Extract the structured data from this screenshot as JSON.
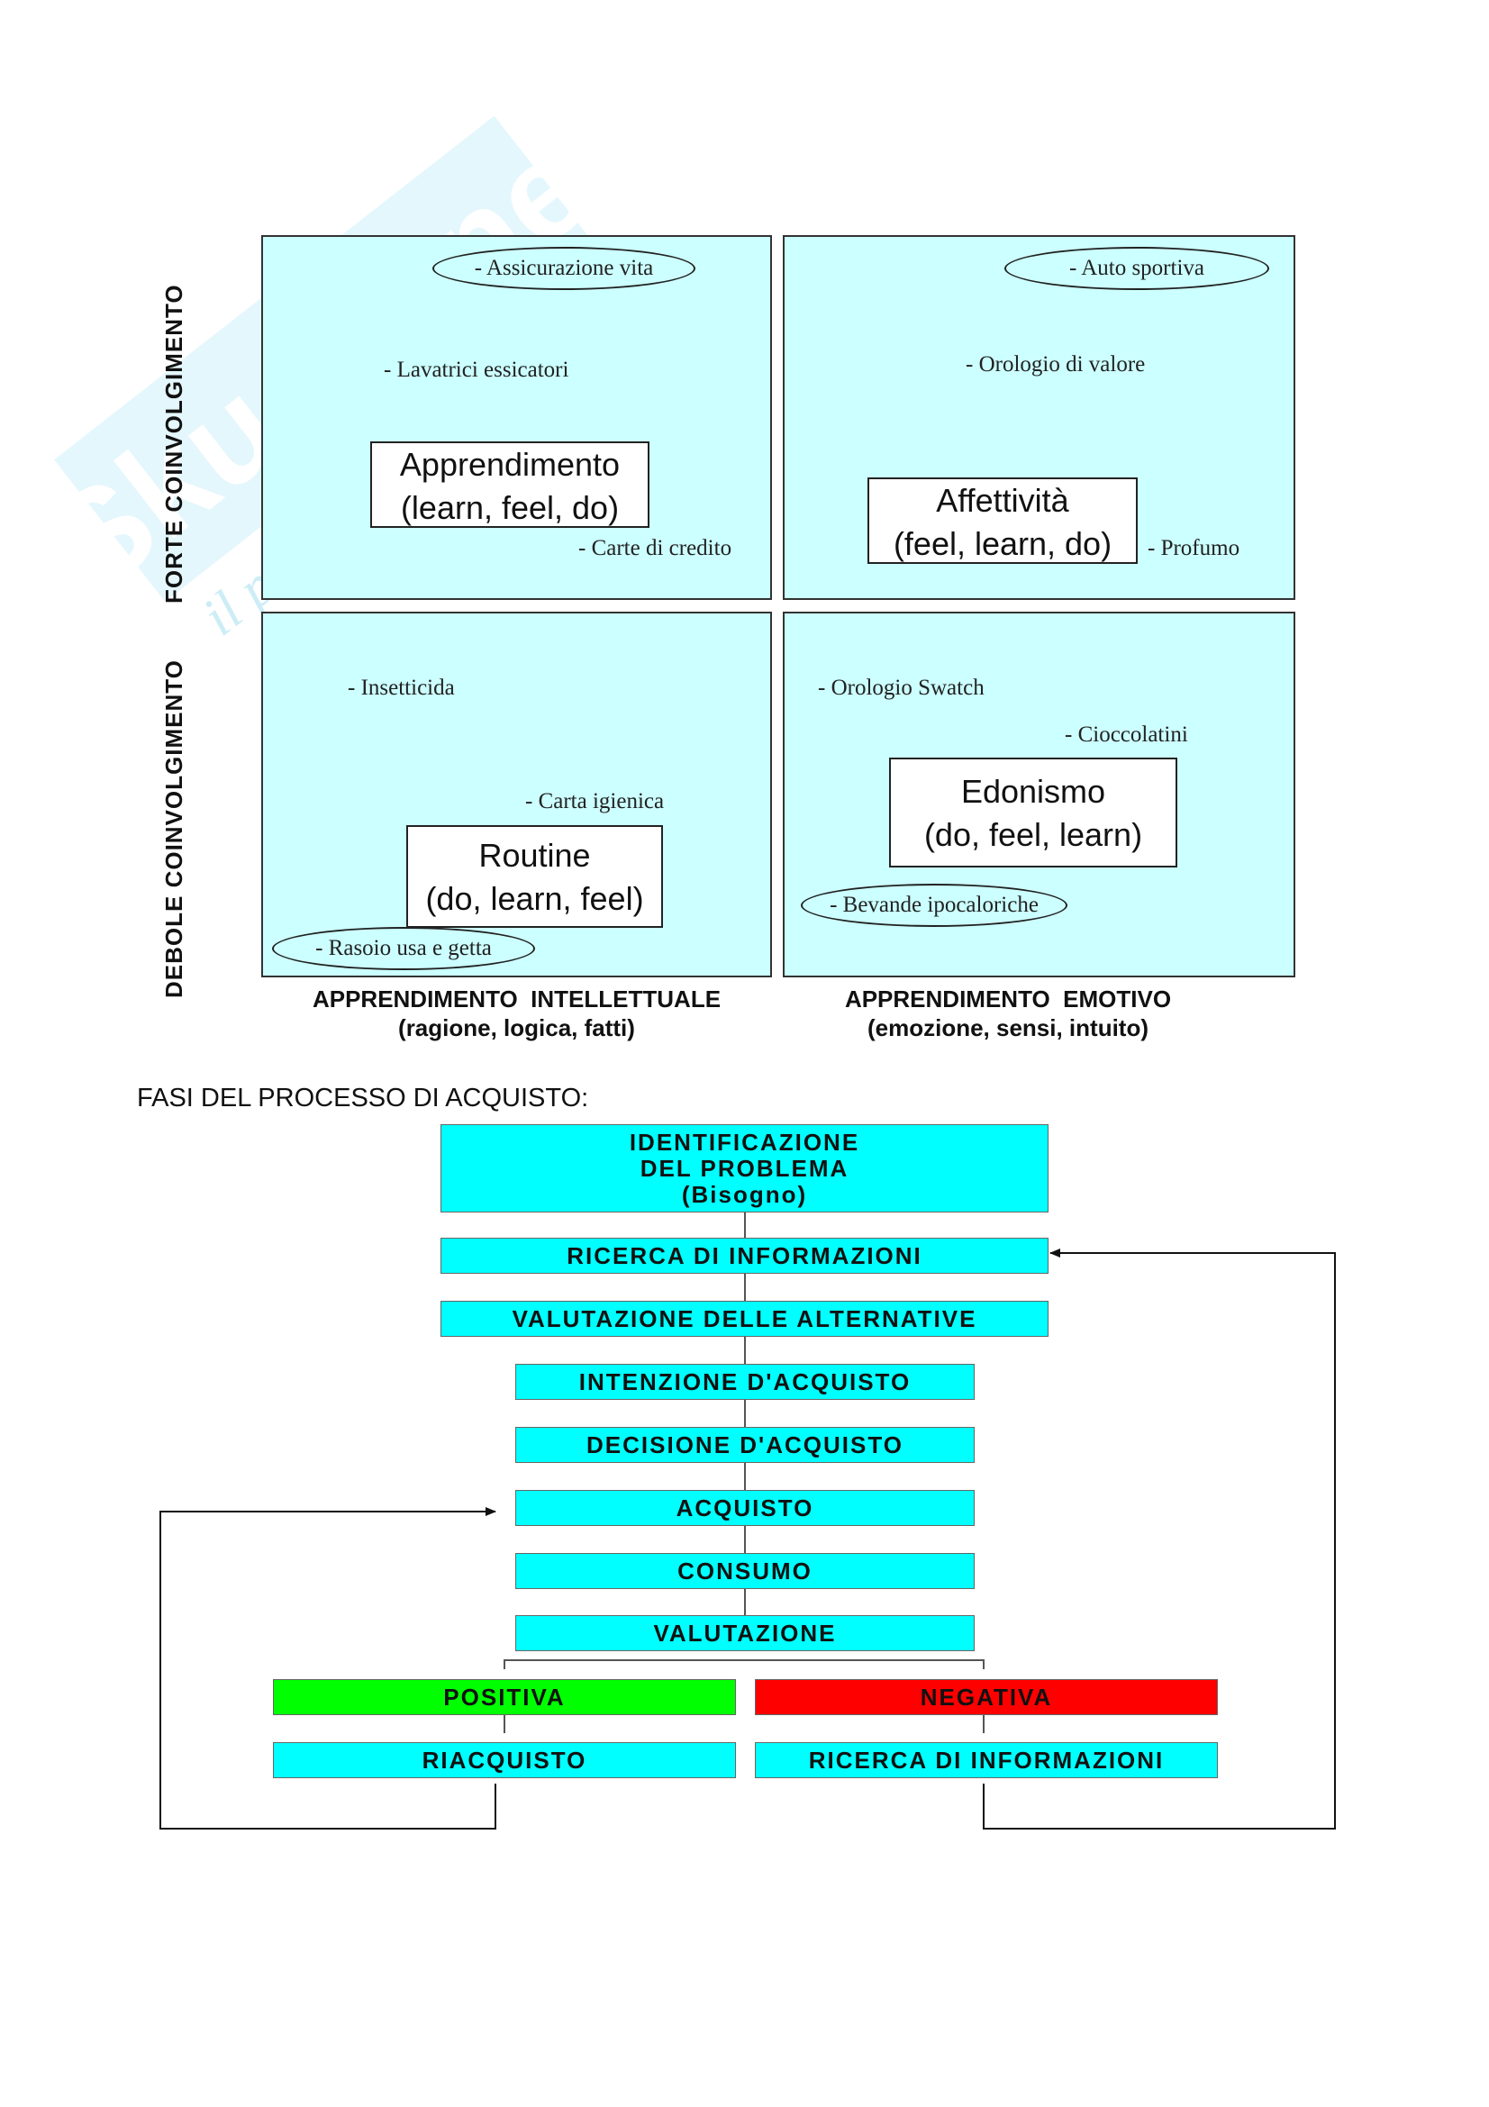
{
  "watermark": {
    "brand": "Skuola.net",
    "tagline": "il portale dello studente"
  },
  "matrix": {
    "y_axis": {
      "top_label": "FORTE COINVOLGIMENTO",
      "bottom_label": "DEBOLE COINVOLGIMENTO"
    },
    "x_axis": {
      "left_title": "APPRENDIMENTO  INTELLETTUALE",
      "left_sub": "(ragione, logica, fatti)",
      "right_title": "APPRENDIMENTO  EMOTIVO",
      "right_sub": "(emozione, sensi, intuito)"
    },
    "quadrants": {
      "top_left": {
        "box_line1": "Apprendimento",
        "box_line2": "(learn,  feel,  do)",
        "oval": "- Assicurazione vita",
        "items": [
          "- Lavatrici essicatori",
          "- Carte di credito"
        ]
      },
      "top_right": {
        "box_line1": "Affettività",
        "box_line2": "(feel,  learn,  do)",
        "oval": "- Auto sportiva",
        "items": [
          "- Orologio di valore",
          "- Profumo"
        ]
      },
      "bottom_left": {
        "box_line1": "Routine",
        "box_line2": "(do,  learn,  feel)",
        "oval": "- Rasoio usa e getta",
        "items": [
          "- Insetticida",
          "- Carta igienica"
        ]
      },
      "bottom_right": {
        "box_line1": "Edonismo",
        "box_line2": "(do,  feel,  learn)",
        "oval": "- Bevande ipocaloriche",
        "items": [
          "- Orologio Swatch",
          "- Cioccolatini"
        ]
      }
    }
  },
  "process": {
    "title": "FASI DEL PROCESSO DI ACQUISTO:",
    "step1": [
      "IDENTIFICAZIONE",
      "DEL PROBLEMA",
      "(Bisogno)"
    ],
    "steps": [
      "RICERCA DI INFORMAZIONI",
      "VALUTAZIONE DELLE ALTERNATIVE",
      "INTENZIONE D'ACQUISTO",
      "DECISIONE D'ACQUISTO",
      "ACQUISTO",
      "CONSUMO",
      "VALUTAZIONE"
    ],
    "positive": "POSITIVA",
    "negative": "NEGATIVA",
    "repurchase": "RIACQUISTO",
    "research_again": "RICERCA DI INFORMAZIONI",
    "colors": {
      "step": "#00ffff",
      "positive": "#00ff00",
      "negative": "#ff0000",
      "quadrant": "#ccffff"
    }
  }
}
